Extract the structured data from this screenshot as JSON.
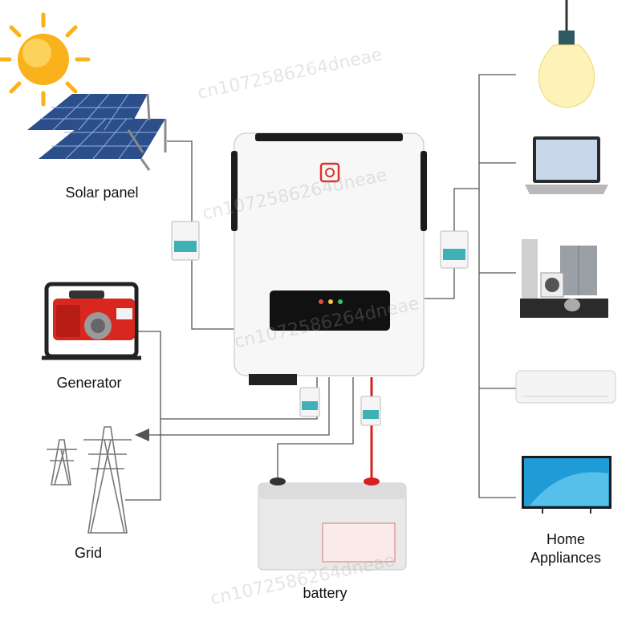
{
  "labels": {
    "solar_panel": "Solar panel",
    "generator": "Generator",
    "grid": "Grid",
    "battery": "battery",
    "home_appliances_line1": "Home",
    "home_appliances_line2": "Appliances"
  },
  "watermark_text": "cn1072586264dneae",
  "colors": {
    "inverter_body": "#f7f7f7",
    "inverter_top": "#1c1c1c",
    "display": "#111111",
    "logo": "#d9342b",
    "solar_cell": "#2c4f8c",
    "sun": "#f9b21b",
    "generator_red": "#d8271e",
    "breaker_teal": "#3fb0b5",
    "battery_body": "#e9e9e9",
    "cable_red": "#d42020",
    "tv_screen": "#1f9bd6"
  }
}
